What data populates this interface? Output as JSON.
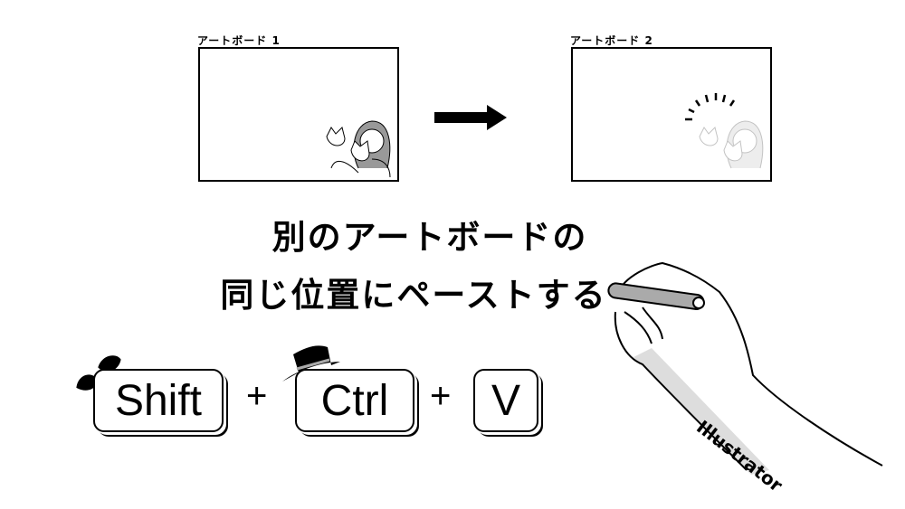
{
  "artboards": [
    {
      "label": "アートボード 1"
    },
    {
      "label": "アートボード 2"
    }
  ],
  "headline": {
    "line1": "別のアートボードの",
    "line2": "同じ位置にペーストする"
  },
  "shortcut": {
    "keys": [
      "Shift",
      "Ctrl",
      "V"
    ],
    "separator": "+"
  },
  "hand": {
    "sleeve_label": "Illustrator"
  }
}
